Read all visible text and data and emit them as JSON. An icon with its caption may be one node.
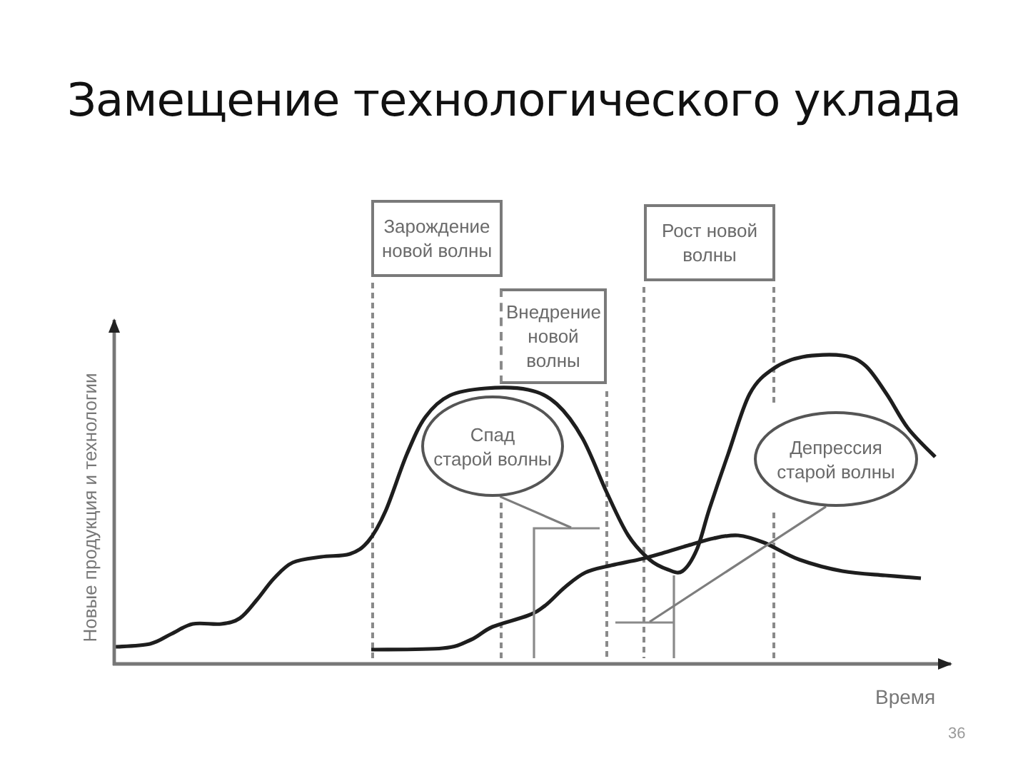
{
  "diagram": {
    "title": "Замещение технологического уклада",
    "nodes": [
      {
        "text": [
          "Зарождение новой волны"
        ]
      },
      {
        "text": [
          "Внедрение новой волны"
        ]
      },
      {
        "text": [
          "Рост новой волны"
        ]
      },
      {
        "text": [
          "Спад старой волны"
        ]
      },
      {
        "text": [
          "Депрессия старой волны"
        ]
      },
      {
        "text": [],
        "shape": "bracket"
      },
      {
        "text": [],
        "shape": "bracket"
      }
    ],
    "edges": [
      {
        "from": 3,
        "to": 5,
        "arrow": "none"
      },
      {
        "from": 4,
        "to": 6,
        "arrow": "none"
      }
    ],
    "labels": [
      "Новые продукция и технологии",
      "Время",
      "36"
    ]
  }
}
